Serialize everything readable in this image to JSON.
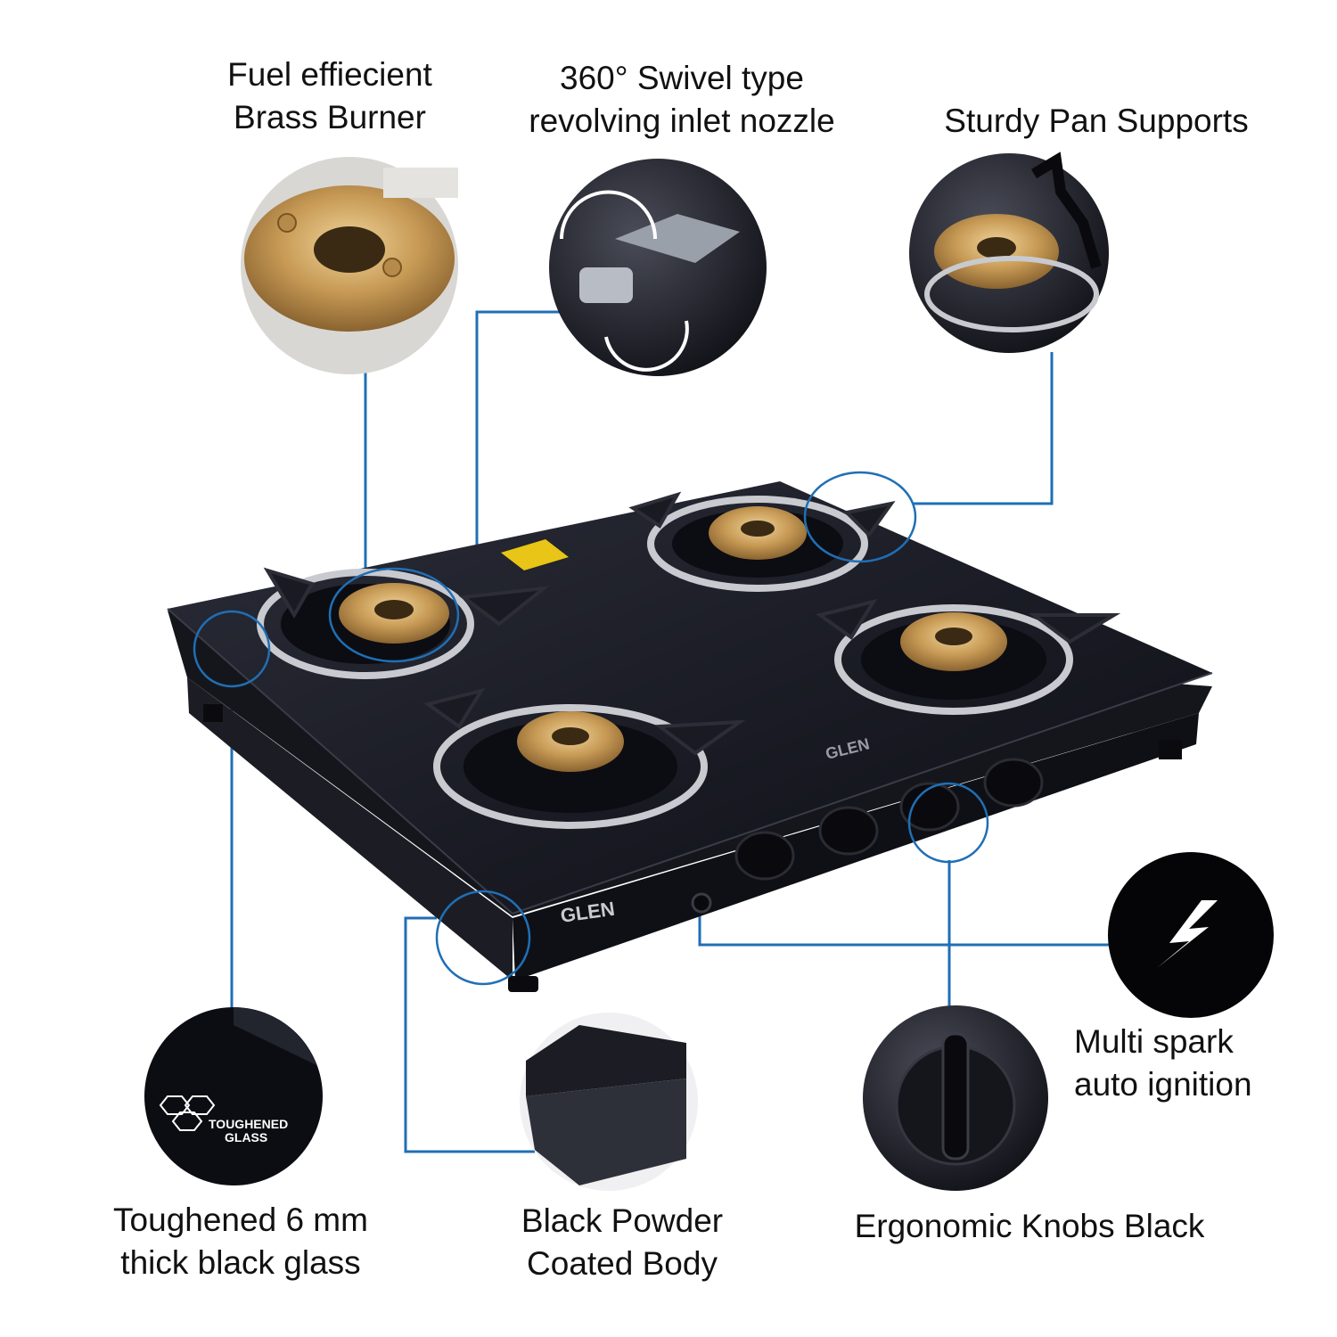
{
  "features": {
    "brass_burner": {
      "line1": "Fuel effiecient",
      "line2": "Brass Burner"
    },
    "swivel_nozzle": {
      "line1": "360° Swivel type",
      "line2": "revolving inlet nozzle"
    },
    "pan_supports": {
      "line1": "Sturdy Pan Supports"
    },
    "ignition": {
      "line1": "Multi spark",
      "line2": "auto ignition"
    },
    "glass": {
      "line1": "Toughened 6 mm",
      "line2": "thick black glass"
    },
    "body": {
      "line1": "Black Powder",
      "line2": "Coated Body"
    },
    "knobs": {
      "line1": "Ergonomic Knobs Black"
    }
  },
  "brand": {
    "logo_front": "GLEN",
    "logo_top": "GLEN"
  },
  "glass_badge": {
    "line1": "TOUGHENED",
    "line2": "GLASS"
  },
  "colors": {
    "callout_line": "#1f6fb5",
    "stove_glass": "#14151c",
    "brass": "#c79a55"
  },
  "icons": {
    "ignition": "lightning-bolt-icon",
    "glass": "hexagon-glass-icon"
  }
}
